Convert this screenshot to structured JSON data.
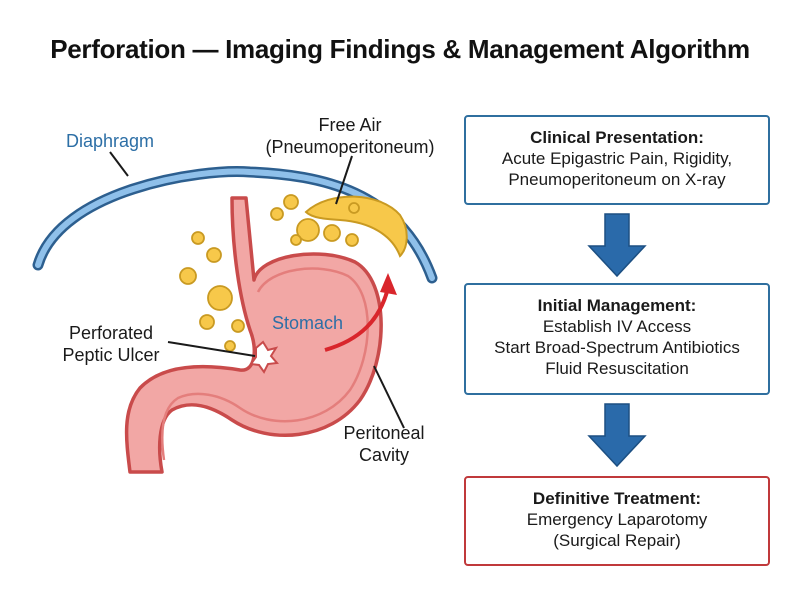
{
  "title": "Perforation — Imaging Findings & Management Algorithm",
  "labels": {
    "diaphragm": "Diaphragm",
    "free_air": [
      "Free Air",
      "(Pneumoperitoneum)"
    ],
    "stomach": "Stomach",
    "ulcer": [
      "Perforated",
      "Peptic Ulcer"
    ],
    "peritoneal": [
      "Peritoneal",
      "Cavity"
    ]
  },
  "flow": [
    {
      "heading": "Clinical Presentation:",
      "lines": [
        "Acute Epigastric Pain, Rigidity,",
        "Pneumoperitoneum on X-ray"
      ]
    },
    {
      "heading": "Initial Management:",
      "lines": [
        "Establish IV Access",
        "Start Broad-Spectrum Antibiotics",
        "Fluid Resuscitation"
      ]
    },
    {
      "heading": "Definitive Treatment:",
      "lines": [
        "Emergency Laparotomy",
        "(Surgical Repair)"
      ]
    }
  ],
  "colors": {
    "diaphragm": "#4a86c0",
    "stomach_fill": "#f2a7a5",
    "stomach_stroke": "#c94b4b",
    "air": "#f7c84a",
    "arrow_flow": "#2a6aaa",
    "arrow_red": "#d9262c",
    "box_blue": "#2f6f9f",
    "box_red": "#c0393b"
  }
}
